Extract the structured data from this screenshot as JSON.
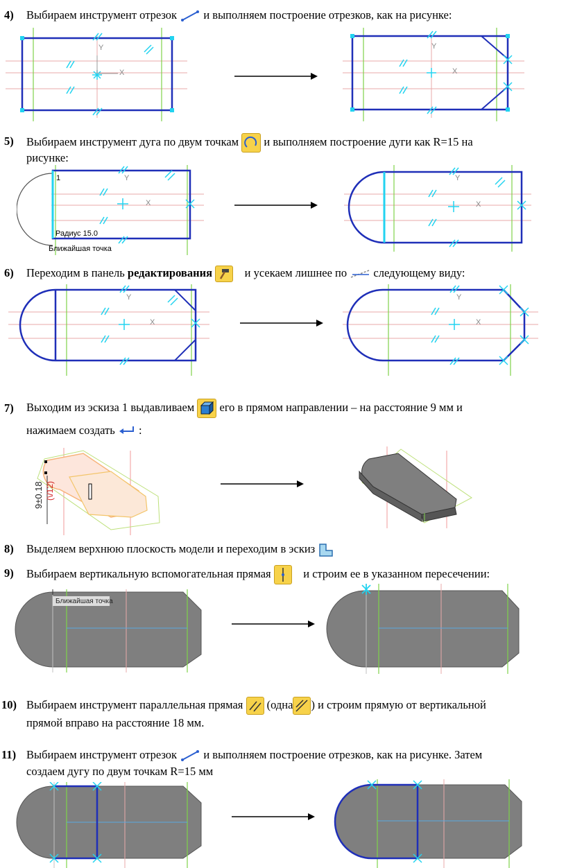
{
  "steps": [
    {
      "num": "4)",
      "text_a": "Выбираем инструмент отрезок",
      "text_b": "и выполняем построение  отрезков, как на рисунке:",
      "icon": "line-segment-icon"
    },
    {
      "num": "5)",
      "text_a": "Выбираем инструмент дуга по двум точкам",
      "text_b": "и выполняем построение дуги  как R=15 на",
      "text_c": "рисунке:",
      "icon": "arc-two-points-icon"
    },
    {
      "num": "6)",
      "text_a": "Переходим в панель",
      "text_bold": "редактирования",
      "text_b": "и усекаем лишнее по",
      "text_c": "следующему виду:",
      "icon": "hammer-edit-icon",
      "icon2": "trim-icon"
    },
    {
      "num": "7)",
      "text_a": "Выходим из эскиза 1 выдавливаем",
      "text_b": "его в прямом направлении – на расстояние 9 мм и",
      "text_c": "нажимаем создать",
      "text_d": ":",
      "icon": "extrude-icon",
      "icon2": "enter-arrow-icon"
    },
    {
      "num": "8)",
      "text_a": "Выделяем верхнюю плоскость модели и переходим в эскиз",
      "icon": "sketch-icon"
    },
    {
      "num": "9)",
      "text_a": "Выбираем вертикальную вспомогательная прямая",
      "text_b": "и строим ее в указанном пересечении:",
      "icon": "vertical-aux-line-icon"
    },
    {
      "num": "10)",
      "text_a": "Выбираем инструмент параллельная прямая",
      "text_b": "(одна",
      "text_c": ") и строим  прямую от  вертикальной",
      "text_d": "прямой вправо на расстояние 18 мм.",
      "icon": "parallel-line-icon",
      "icon2": "parallel-one-icon"
    },
    {
      "num": "11)",
      "text_a": "Выбираем инструмент отрезок",
      "text_b": "и выполняем построение  отрезков, как на рисунке. Затем",
      "text_c": "создаем дугу по двум точкам R=15 мм",
      "icon": "line-segment-icon"
    }
  ],
  "figure_labels": {
    "axis_y": "Y",
    "axis_x": "X",
    "point_one": "1",
    "radius": "Радиус 15.0",
    "nearest_point": "Ближайшая точка",
    "dim_value": "9±0.18",
    "dim_value2": "(\\/12)"
  },
  "colors": {
    "outline": "#1f2fb8",
    "aux_line": "#e8a8a8",
    "green_line": "#7ed34a",
    "constraint": "#22d3f0",
    "body_gray": "#7f7f7f",
    "arrow": "#000000"
  }
}
